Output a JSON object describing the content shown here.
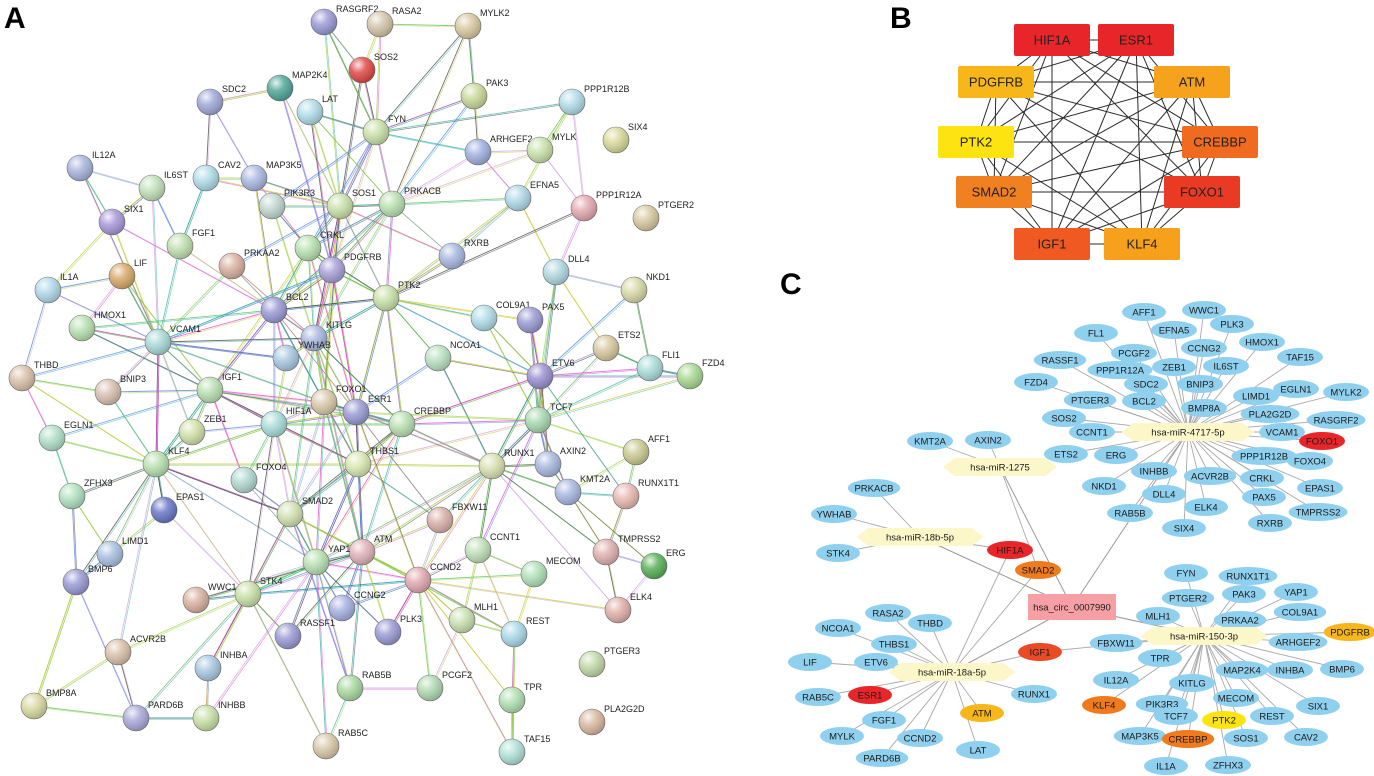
{
  "panels": {
    "a": "A",
    "b": "B",
    "c": "C"
  },
  "colors": {
    "node_blue": "#8fd0ee",
    "mirna": "#fbf7c9",
    "circ": "#f6a0a5",
    "hub_red": "#e8262a",
    "hub_orange": "#f07a1e",
    "hub_yellow": "#fde30f",
    "hub_gold": "#f7b61a"
  },
  "ppi_nodes": [
    "RASGRF2",
    "RASA2",
    "MYLK2",
    "SOS2",
    "MAP2K4",
    "PAK3",
    "SDC2",
    "LAT",
    "PPP1R12B",
    "FYN",
    "SIX4",
    "ARHGEF2",
    "MYLK",
    "IL12A",
    "CAV2",
    "MAP3K5",
    "IL6ST",
    "PIK3R3",
    "SOS1",
    "PRKACB",
    "EFNA5",
    "PPP1R12A",
    "SIX1",
    "PTGER2",
    "CRKL",
    "FGF1",
    "LIF",
    "PRKAA2",
    "RXRB",
    "DLL4",
    "PDGFRB",
    "NKD1",
    "IL1A",
    "PTK2",
    "COL9A1",
    "PAX5",
    "BCL2",
    "HMOX1",
    "KITLG",
    "VCAM1",
    "NCOA1",
    "ETS2",
    "ETV6",
    "FLI1",
    "FZD4",
    "YWHAB",
    "THBD",
    "BNIP3",
    "FOXO1",
    "IGF1",
    "ESR1",
    "CREBBP",
    "TCF7",
    "HIF1A",
    "EGLN1",
    "ZEB1",
    "KLF4",
    "THBS1",
    "RUNX1",
    "AXIN2",
    "AFF1",
    "FOXO4",
    "KMT2A",
    "ZFHX3",
    "EPAS1",
    "SMAD2",
    "FBXW11",
    "RUNX1T1",
    "ATM",
    "TMPRSS2",
    "CCNT1",
    "LIMD1",
    "YAP1",
    "BMP6",
    "MECOM",
    "ERG",
    "CCND2",
    "WWC1",
    "STK4",
    "CCNG2",
    "ELK4",
    "MLH1",
    "PLK3",
    "ACVR2B",
    "REST",
    "RASSF1",
    "INHBA",
    "RAB5B",
    "PCGF2",
    "PTGER3",
    "TPR",
    "BMP8A",
    "PARD6B",
    "INHBB",
    "PLA2G2D",
    "RAB5C",
    "TAF15"
  ],
  "hubs": [
    {
      "label": "HIF1A",
      "color": "#e8262a"
    },
    {
      "label": "ESR1",
      "color": "#e8262a"
    },
    {
      "label": "PDGFRB",
      "color": "#f7b61a"
    },
    {
      "label": "ATM",
      "color": "#f7a21c"
    },
    {
      "label": "PTK2",
      "color": "#fde30f"
    },
    {
      "label": "CREBBP",
      "color": "#f06a20"
    },
    {
      "label": "SMAD2",
      "color": "#f08020"
    },
    {
      "label": "FOXO1",
      "color": "#ea3a24"
    },
    {
      "label": "IGF1",
      "color": "#f05a22"
    },
    {
      "label": "KLF4",
      "color": "#f7a01c"
    }
  ],
  "network_c": {
    "circ": "hsa_circ_0007990",
    "mirnas": [
      "hsa-miR-4717-5p",
      "hsa-miR-1275",
      "hsa-miR-18b-5p",
      "hsa-miR-150-3p",
      "hsa-miR-18a-5p"
    ],
    "genes": [
      "AFF1",
      "WWC1",
      "EFNA5",
      "PLK3",
      "FL1",
      "PCGF2",
      "CCNG2",
      "HMOX1",
      "RASSF1",
      "PPP1R12A",
      "ZEB1",
      "IL6ST",
      "TAF15",
      "FZD4",
      "SDC2",
      "BNIP3",
      "LIMD1",
      "EGLN1",
      "MYLK2",
      "PTGER3",
      "BCL2",
      "BMP8A",
      "PLA2G2D",
      "RASGRF2",
      "SOS2",
      "CCNT1",
      "VCAM1",
      "FOXO1",
      "KMT2A",
      "AXIN2",
      "ETS2",
      "ERG",
      "INHBB",
      "ACVR2B",
      "PPP1R12B",
      "FOXO4",
      "NKD1",
      "CRKL",
      "EPAS1",
      "DLL4",
      "ELK4",
      "PAX5",
      "TMPRSS2",
      "RAB5B",
      "RXRB",
      "SIX4",
      "PRKACB",
      "YWHAB",
      "STK4",
      "HIF1A",
      "SMAD2",
      "FYN",
      "RUNX1T1",
      "PTGER2",
      "PAK3",
      "YAP1",
      "PRKAA2",
      "COL9A1",
      "PDGFRB",
      "MLH1",
      "ARHGEF2",
      "RASA2",
      "THBD",
      "NCOA1",
      "THBS1",
      "FBXW11",
      "INHBA",
      "BMP6",
      "LIF",
      "ETV6",
      "IGF1",
      "TPR",
      "MAP2K4",
      "IL12A",
      "KITLG",
      "MECOM",
      "SIX1",
      "RAB5C",
      "ESR1",
      "RUNX1",
      "KLF4",
      "PIK3R3",
      "REST",
      "ATM",
      "TCF7",
      "PTK2",
      "CAV2",
      "FGF1",
      "MAP3K5",
      "CREBBP",
      "SOS1",
      "MYLK",
      "CCND2",
      "LAT",
      "PARD6B",
      "IL1A",
      "ZFHX3"
    ]
  }
}
